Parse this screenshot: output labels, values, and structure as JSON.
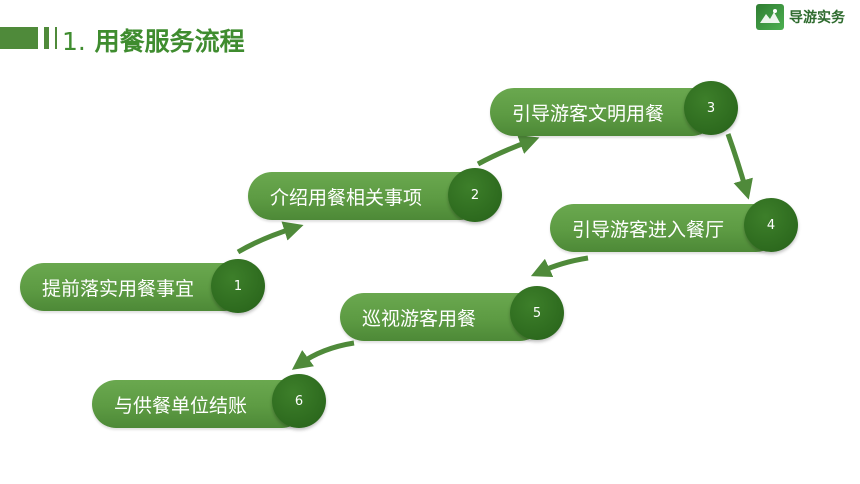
{
  "header": {
    "title_num": "1.",
    "title_text": "用餐服务流程",
    "logo_text": "导游实务",
    "logo_icon": "landscape-logo-icon"
  },
  "steps": [
    {
      "label": "提前落实用餐事宜",
      "num": "1"
    },
    {
      "label": "介绍用餐相关事项",
      "num": "2"
    },
    {
      "label": "引导游客文明用餐",
      "num": "3"
    },
    {
      "label": "引导游客进入餐厅",
      "num": "4"
    },
    {
      "label": "巡视游客用餐",
      "num": "5"
    },
    {
      "label": "与供餐单位结账",
      "num": "6"
    }
  ],
  "colors": {
    "accent": "#4f8a3a",
    "pill": "#5d9b43",
    "badge": "#2d6a1e",
    "title": "#3f8c2f"
  }
}
